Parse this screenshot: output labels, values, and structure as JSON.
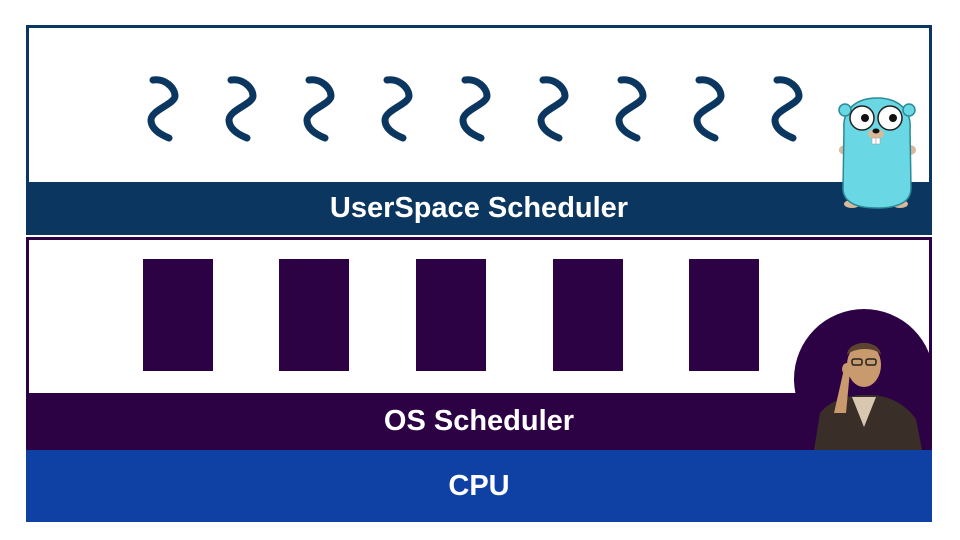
{
  "userspace": {
    "label": "UserSpace Scheduler",
    "goroutine_icons": [
      "squiggle-icon",
      "squiggle-icon",
      "squiggle-icon",
      "squiggle-icon",
      "squiggle-icon",
      "squiggle-icon",
      "squiggle-icon",
      "squiggle-icon",
      "squiggle-icon"
    ],
    "mascot_icon": "gopher-mascot-icon"
  },
  "os": {
    "label": "OS Scheduler",
    "thread_blocks": 5,
    "portrait_icon": "portrait-photo-icon"
  },
  "cpu": {
    "label": "CPU"
  },
  "colors": {
    "userspace": "#0b3660",
    "os": "#2d0245",
    "cpu": "#0f41a5",
    "gopher": "#6ad7e5"
  }
}
